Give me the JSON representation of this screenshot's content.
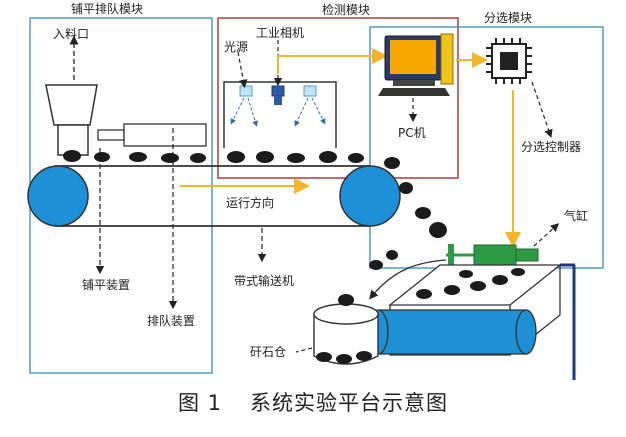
{
  "modules": {
    "spreading": "铺平排队模块",
    "detection": "检测模块",
    "sorting": "分选模块"
  },
  "labels": {
    "feed_inlet": "入料口",
    "light_source": "光源",
    "industrial_camera": "工业相机",
    "pc": "PC机",
    "sorting_controller": "分选控制器",
    "run_direction": "运行方向",
    "cylinder": "气缸",
    "spreading_device": "铺平装置",
    "queuing_device": "排队装置",
    "belt_conveyor": "带式输送机",
    "gangue_bin": "矸石仓"
  },
  "caption": {
    "number": "图 1",
    "title": "系统实验平台示意图"
  },
  "colors": {
    "module_border_blue": "#4f9dbd",
    "detection_border_red": "#b03a3a",
    "signal_yellow": "#f2b52d",
    "roller_blue": "#1e90d8",
    "cylinder_green": "#2f9a45"
  }
}
